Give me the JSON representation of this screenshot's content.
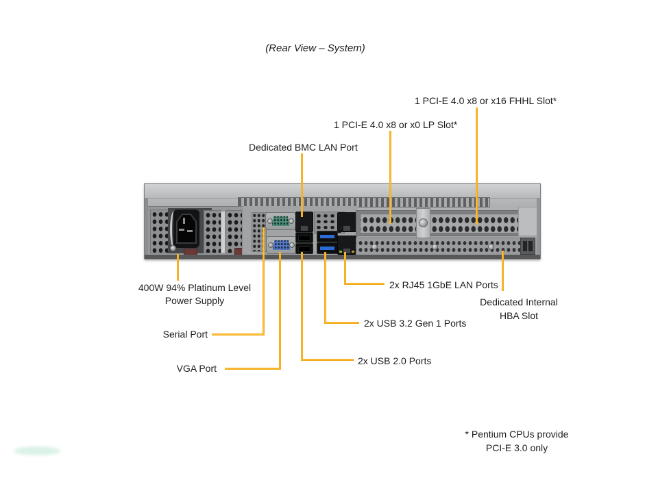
{
  "title": "(Rear View – System)",
  "callouts": {
    "fhhl": "1 PCI-E 4.0 x8 or x16 FHHL Slot*",
    "lp": "1 PCI-E 4.0 x8 or x0 LP Slot*",
    "bmc": "Dedicated BMC LAN Port",
    "psu_line1": "400W 94% Platinum Level",
    "psu_line2": "Power Supply",
    "serial": "Serial Port",
    "vga": "VGA Port",
    "lan": "2x RJ45 1GbE LAN Ports",
    "hba_line1": "Dedicated Internal",
    "hba_line2": "HBA Slot",
    "usb3": "2x USB 3.2 Gen 1 Ports",
    "usb2": "2x USB 2.0 Ports"
  },
  "footnote": {
    "line1": "* Pentium CPUs provide",
    "line2": "PCI-E 3.0 only"
  },
  "colors": {
    "callout_line": "#F5A90E",
    "chassis_body": "#AEAFB1",
    "serial_port_insert": "#4F8A78",
    "vga_port_insert": "#5577BB",
    "usb3_tongue": "#2D6BD6"
  }
}
